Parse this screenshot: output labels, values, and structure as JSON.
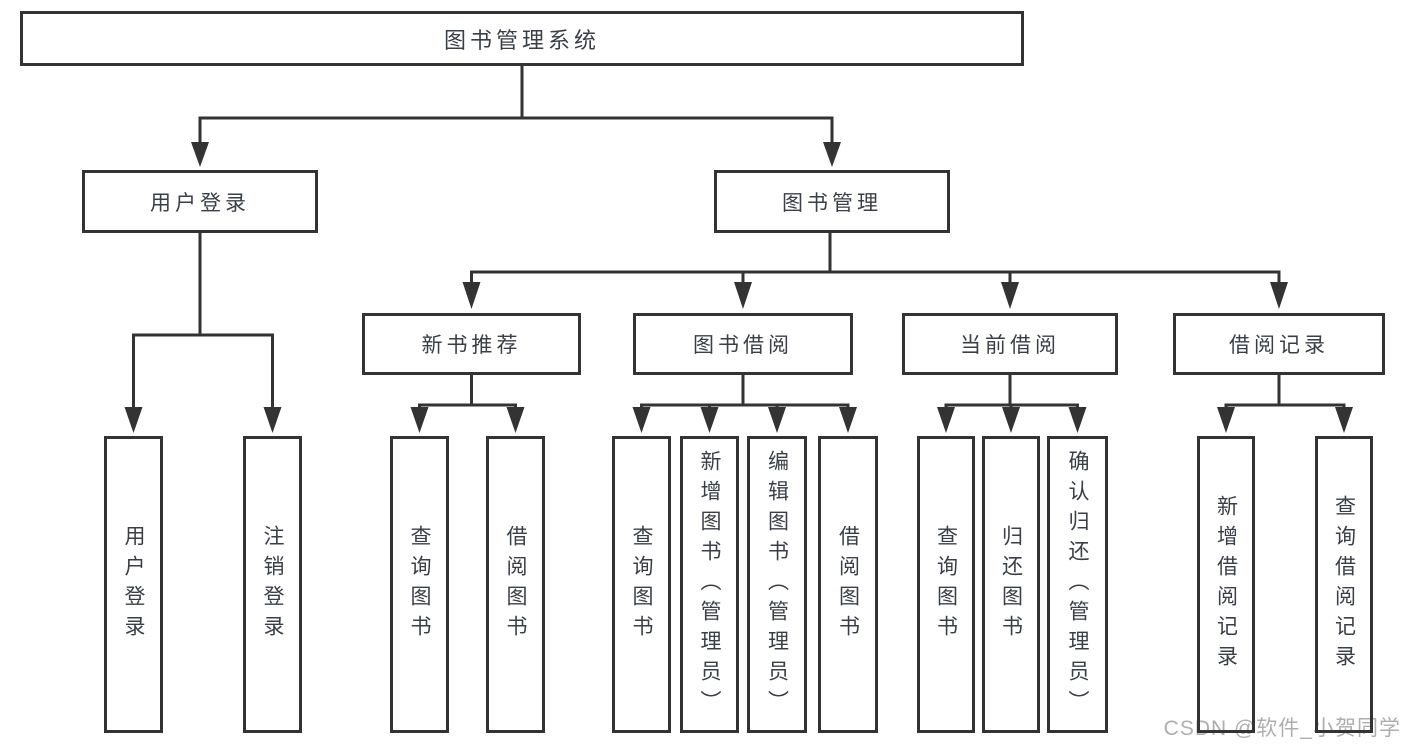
{
  "tree": {
    "root": "图书管理系统",
    "children": [
      {
        "label": "用户登录",
        "children": [
          {
            "label": "用户登录"
          },
          {
            "label": "注销登录"
          }
        ]
      },
      {
        "label": "图书管理",
        "children": [
          {
            "label": "新书推荐",
            "children": [
              {
                "label": "查询图书"
              },
              {
                "label": "借阅图书"
              }
            ]
          },
          {
            "label": "图书借阅",
            "children": [
              {
                "label": "查询图书"
              },
              {
                "label": "新增图书（管理员）"
              },
              {
                "label": "编辑图书（管理员）"
              },
              {
                "label": "借阅图书"
              }
            ]
          },
          {
            "label": "当前借阅",
            "children": [
              {
                "label": "查询图书"
              },
              {
                "label": "归还图书"
              },
              {
                "label": "确认归还（管理员）"
              }
            ]
          },
          {
            "label": "借阅记录",
            "children": [
              {
                "label": "新增借阅记录"
              },
              {
                "label": "查询借阅记录"
              }
            ]
          }
        ]
      }
    ]
  },
  "watermark": {
    "text": "CSDN @软件_小贺同学"
  },
  "colors": {
    "line": "#333333",
    "text": "#3a3f47",
    "watermark": "#aeaeae",
    "background": "#ffffff"
  }
}
